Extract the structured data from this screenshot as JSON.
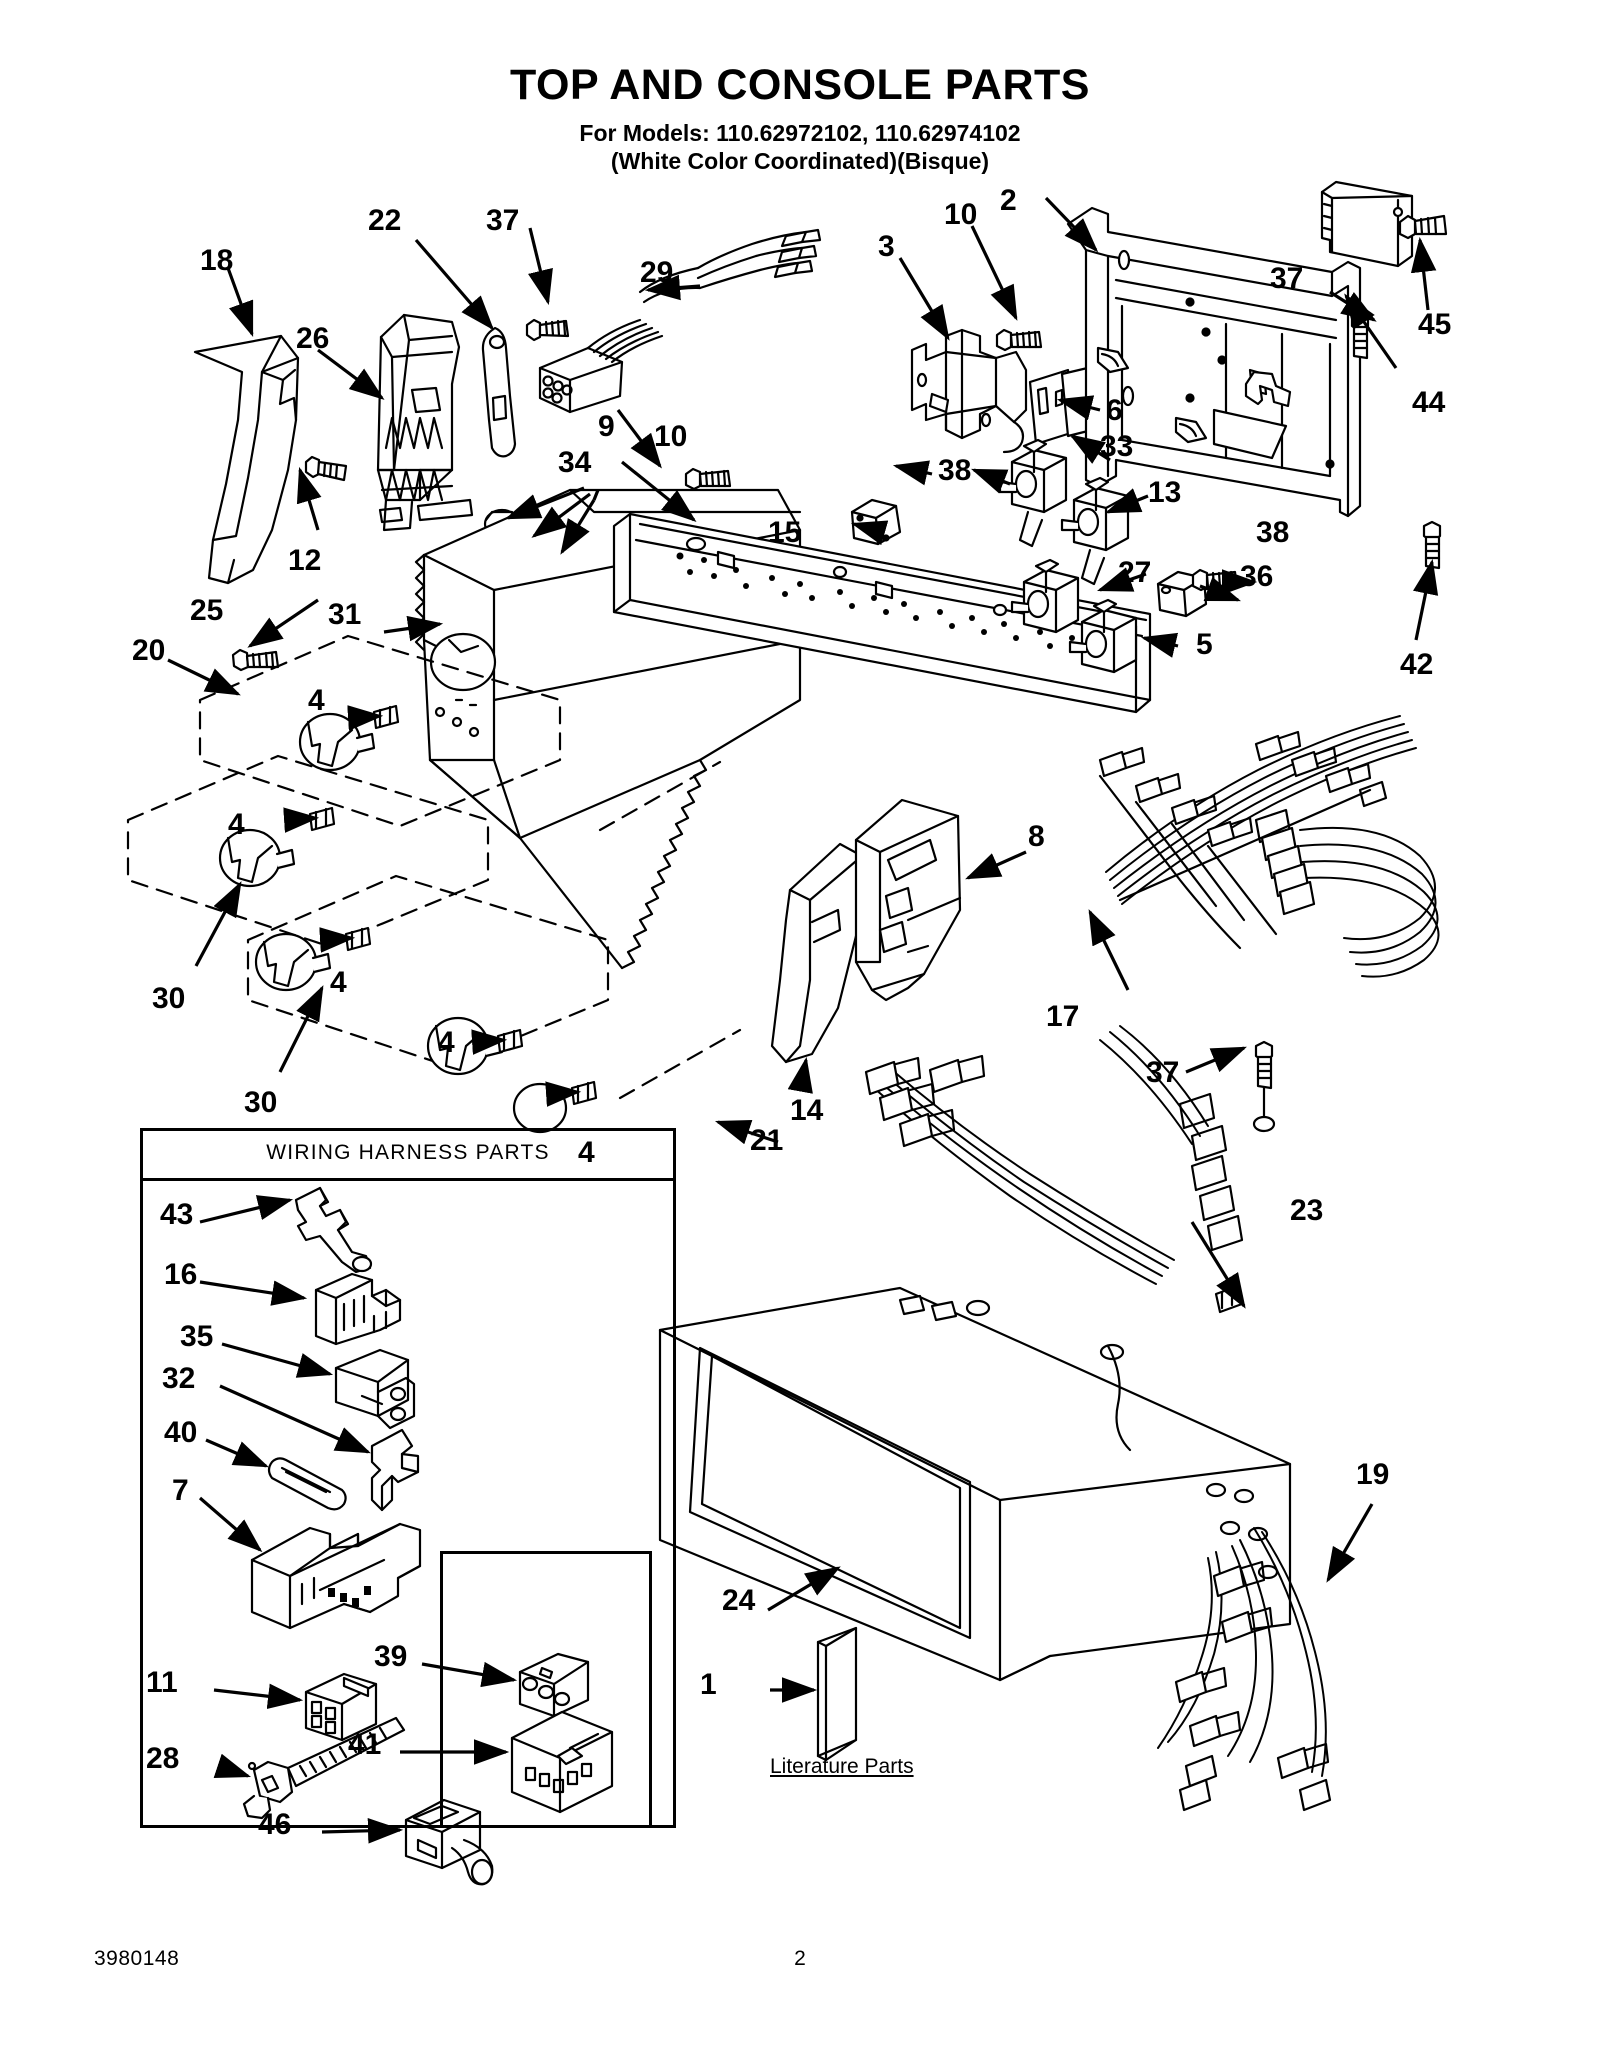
{
  "document": {
    "title": "TOP AND CONSOLE PARTS",
    "models_line": "For Models: 110.62972102, 110.62974102",
    "color_line": "(White Color Coordinated)(Bisque)",
    "footer_code": "3980148",
    "page_number": "2"
  },
  "sections": {
    "wiring_harness_title": "WIRING HARNESS PARTS",
    "literature_parts_label": "Literature Parts"
  },
  "callouts": {
    "c18": "18",
    "c26": "26",
    "c22": "22",
    "c37a": "37",
    "c29": "29",
    "c3": "3",
    "c10a": "10",
    "c2": "2",
    "c37b": "37",
    "c45": "45",
    "c44": "44",
    "c6": "6",
    "c33": "33",
    "c38a": "38",
    "c13": "13",
    "c9": "9",
    "c10b": "10",
    "c34": "34",
    "c15": "15",
    "c12": "12",
    "c25": "25",
    "c31": "31",
    "c20": "20",
    "c27": "27",
    "c38b": "38",
    "c36": "36",
    "c5": "5",
    "c42": "42",
    "c4a": "4",
    "c4b": "4",
    "c4c": "4",
    "c4d": "4",
    "c4e": "4",
    "c30a": "30",
    "c30b": "30",
    "c8": "8",
    "c17": "17",
    "c14": "14",
    "c21": "21",
    "c37c": "37",
    "c23": "23",
    "c19": "19",
    "c24": "24",
    "c1": "1",
    "c43": "43",
    "c16": "16",
    "c35": "35",
    "c32": "32",
    "c40": "40",
    "c7": "7",
    "c11": "11",
    "c39": "39",
    "c28": "28",
    "c41": "41",
    "c46": "46"
  }
}
